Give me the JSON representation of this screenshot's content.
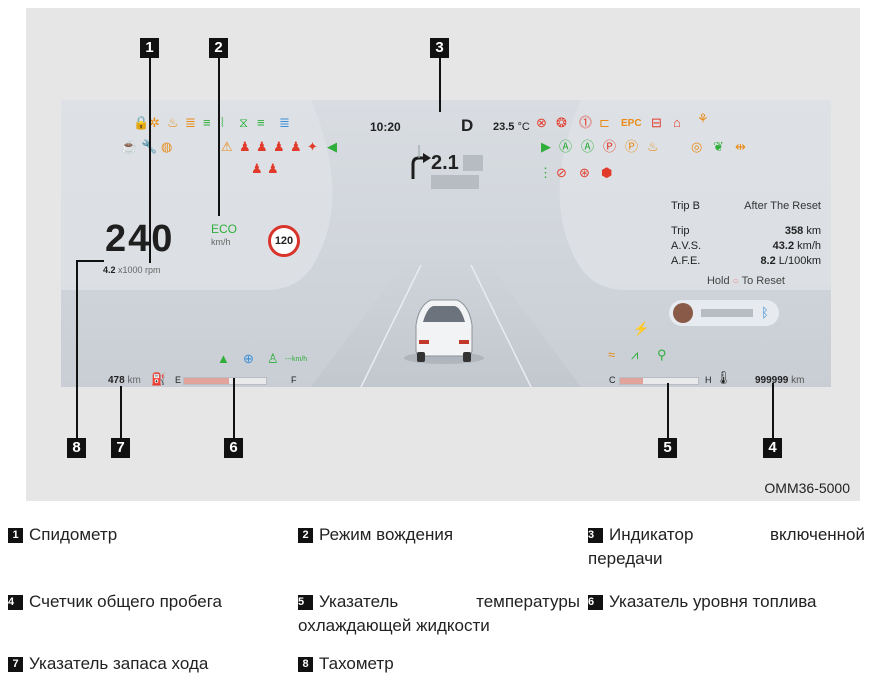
{
  "cluster": {
    "time": "10:20",
    "gear": "D",
    "outside_temp": "23.5",
    "outside_temp_unit": "°C",
    "speed": "240",
    "drive_mode": "ECO",
    "speed_unit": "km/h",
    "speed_limit": "120",
    "tacho_value": "4.2",
    "tacho_unit": "x1000 rpm",
    "nav_distance": "2.1",
    "trip": {
      "title": "Trip B",
      "subtitle": "After The Reset",
      "rows": [
        {
          "label": "Trip",
          "value": "358",
          "unit": "km"
        },
        {
          "label": "A.V.S.",
          "value": "43.2",
          "unit": "km/h"
        },
        {
          "label": "A.F.E.",
          "value": "8.2",
          "unit": "L/100km"
        }
      ],
      "hold_text": "Hold",
      "reset_text": "To Reset"
    },
    "range_value": "478",
    "range_unit": "km",
    "fuel_e": "E",
    "fuel_f": "F",
    "fuel_level": 0.55,
    "temp_c": "C",
    "temp_h": "H",
    "temp_level": 0.3,
    "odometer_value": "999999",
    "odometer_unit": "km",
    "cruise_text": "---km/h",
    "epc_text": "EPC",
    "colors": {
      "warning": "#e98b16",
      "ok": "#2fae3a",
      "alert": "#e23a2a",
      "info": "#3a8fd8"
    }
  },
  "callouts": [
    "1",
    "2",
    "3",
    "4",
    "5",
    "6",
    "7",
    "8"
  ],
  "figure_code": "OMM36-5000",
  "legend": [
    {
      "num": "1",
      "text": "Спидометр"
    },
    {
      "num": "2",
      "text": "Режим вождения"
    },
    {
      "num": "3",
      "text": "Индикатор включенной передачи"
    },
    {
      "num": "4",
      "text": "Счетчик общего пробега"
    },
    {
      "num": "5",
      "text": "Указатель температуры охлаждающей жидкости"
    },
    {
      "num": "6",
      "text": "Указатель уровня топлива"
    },
    {
      "num": "7",
      "text": "Указатель запаса хода"
    },
    {
      "num": "8",
      "text": "Тахометр"
    }
  ]
}
